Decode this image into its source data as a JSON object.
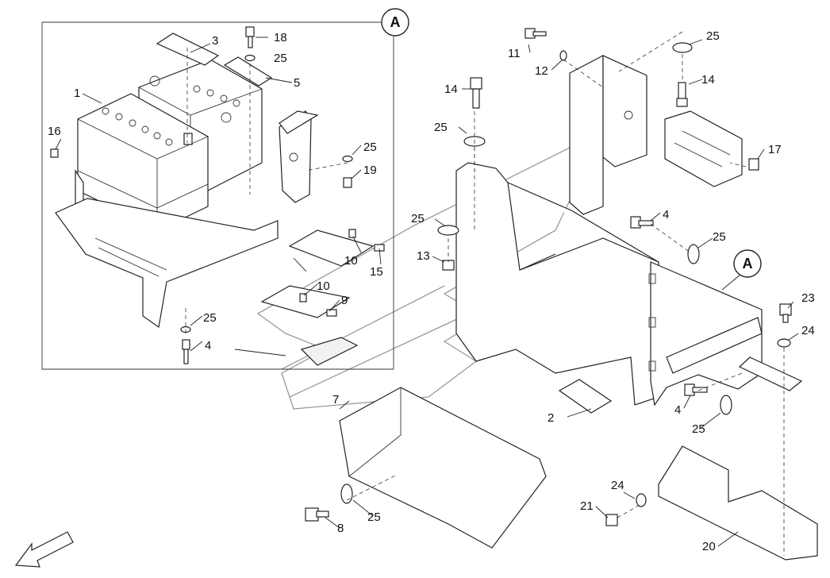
{
  "diagram": {
    "callout_letter": "A",
    "parts": [
      {
        "id": "p1",
        "label": "1"
      },
      {
        "id": "p2",
        "label": "2"
      },
      {
        "id": "p3",
        "label": "3"
      },
      {
        "id": "p4a",
        "label": "4"
      },
      {
        "id": "p4b",
        "label": "4"
      },
      {
        "id": "p4c",
        "label": "4"
      },
      {
        "id": "p5",
        "label": "5"
      },
      {
        "id": "p7",
        "label": "7"
      },
      {
        "id": "p8",
        "label": "8"
      },
      {
        "id": "p9",
        "label": "9"
      },
      {
        "id": "p10a",
        "label": "10"
      },
      {
        "id": "p10b",
        "label": "10"
      },
      {
        "id": "p11",
        "label": "11"
      },
      {
        "id": "p12",
        "label": "12"
      },
      {
        "id": "p13",
        "label": "13"
      },
      {
        "id": "p14a",
        "label": "14"
      },
      {
        "id": "p14b",
        "label": "14"
      },
      {
        "id": "p15",
        "label": "15"
      },
      {
        "id": "p16",
        "label": "16"
      },
      {
        "id": "p17",
        "label": "17"
      },
      {
        "id": "p18",
        "label": "18"
      },
      {
        "id": "p19",
        "label": "19"
      },
      {
        "id": "p20",
        "label": "20"
      },
      {
        "id": "p21",
        "label": "21"
      },
      {
        "id": "p23",
        "label": "23"
      },
      {
        "id": "p24a",
        "label": "24"
      },
      {
        "id": "p24b",
        "label": "24"
      },
      {
        "id": "p25a",
        "label": "25"
      },
      {
        "id": "p25b",
        "label": "25"
      },
      {
        "id": "p25c",
        "label": "25"
      },
      {
        "id": "p25d",
        "label": "25"
      },
      {
        "id": "p25e",
        "label": "25"
      },
      {
        "id": "p25f",
        "label": "25"
      },
      {
        "id": "p25g",
        "label": "25"
      },
      {
        "id": "p25h",
        "label": "25"
      },
      {
        "id": "p25i",
        "label": "25"
      }
    ]
  }
}
